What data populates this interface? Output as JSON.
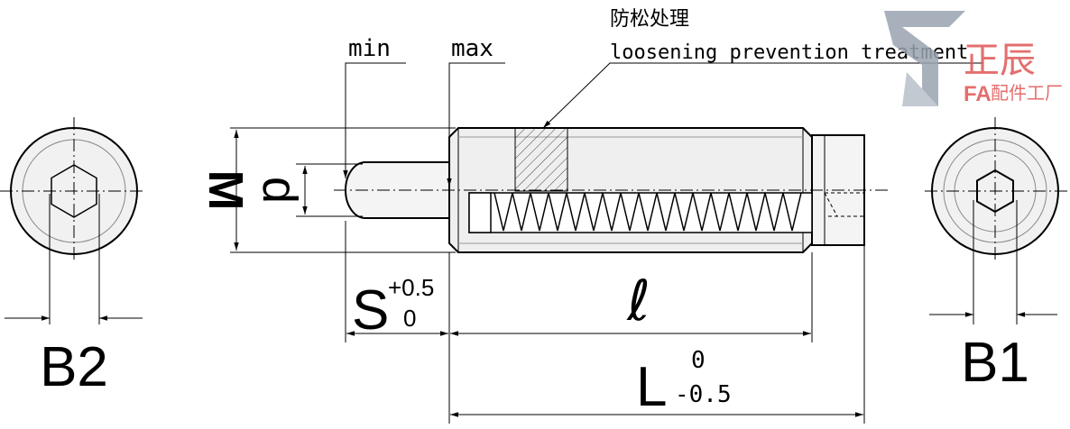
{
  "callout": {
    "zh": "防松处理",
    "en": "loosening prevention treatment"
  },
  "labels": {
    "min": "min",
    "max": "max",
    "M": "M",
    "d": "d",
    "S": "S",
    "S_tol_upper": "+0.5",
    "S_tol_lower": "0",
    "l": "ℓ",
    "L": "L",
    "L_tol_upper": "0",
    "L_tol_lower": "-0.5",
    "B2": "B2",
    "B1": "B1"
  },
  "logo": {
    "brand": "正辰",
    "sub_fa": "FA",
    "sub_text": "配件工厂"
  },
  "colors": {
    "line": "#000000",
    "fill": "#efefef",
    "hatch": "#444444",
    "logo_red": "#e05555",
    "logo_gray": "#9aa4b0"
  }
}
